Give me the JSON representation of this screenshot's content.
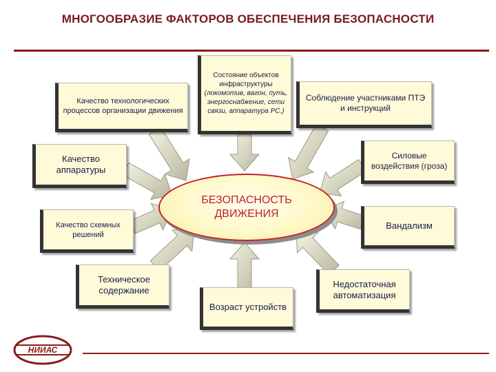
{
  "title": "МНОГООБРАЗИЕ ФАКТОРОВ ОБЕСПЕЧЕНИЯ БЕЗОПАСНОСТИ",
  "center": {
    "line1": "БЕЗОПАСНОСТЬ",
    "line2": "ДВИЖЕНИЯ"
  },
  "factors": {
    "tech_process": "Качество технологических процессов организации движения",
    "infrastructure_lead": "Состояние объектов инфраструктуры",
    "infrastructure_detail": "(локомотив, вагон, путь, энергоснабжение, сети связи, аппаратура РС.)",
    "pte_compliance": "Соблюдение участниками ПТЭ и инструкций",
    "equipment": "Качество аппаратуры",
    "force_impact": "Силовые воздействия (гроза)",
    "circuit_solutions": "Качество схемных решений",
    "vandalism": "Вандализм",
    "maintenance": "Техническое содержание",
    "device_age": "Возраст устройств",
    "automation": "Недостаточная автоматизация"
  },
  "logo": {
    "text": "НИИАС"
  },
  "colors": {
    "title": "#7a1a1a",
    "accent_red": "#c0202a",
    "box_fill": "#fffbd8",
    "center_fill": "#fff9c8",
    "arrow_fill": "#d8d8c0"
  }
}
